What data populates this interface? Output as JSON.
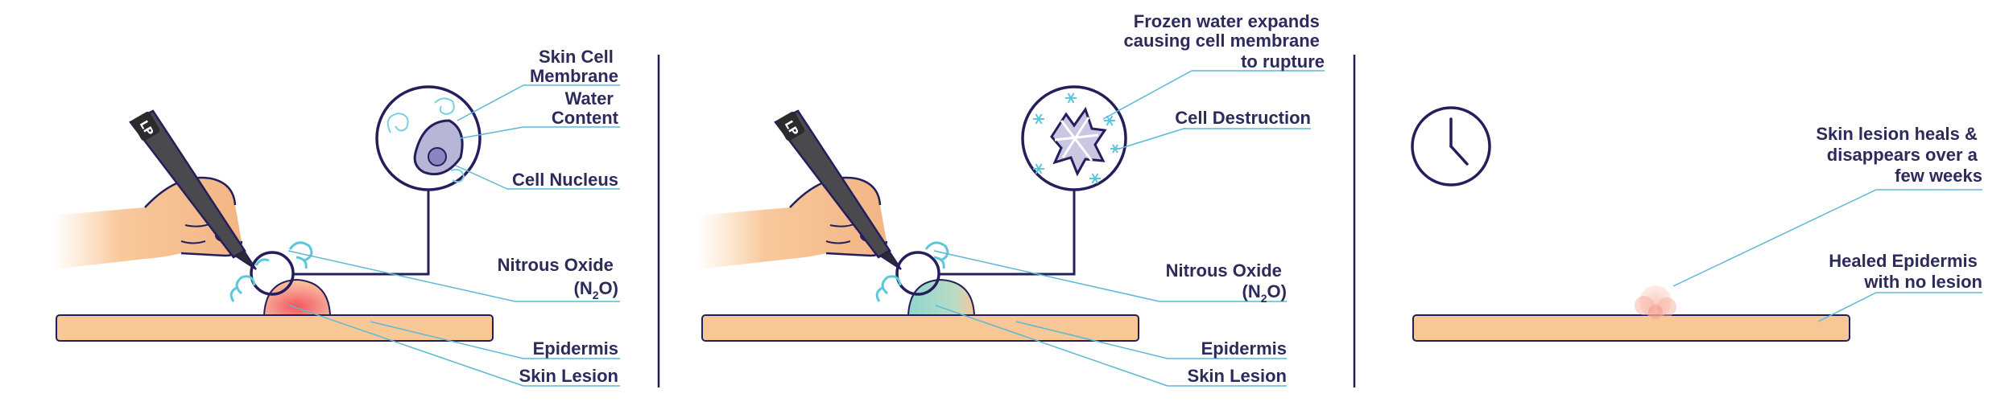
{
  "panels": [
    {
      "labels": {
        "membrane": [
          "Skin Cell",
          "Membrane"
        ],
        "water": [
          "Water",
          "Content"
        ],
        "nucleus": "Cell Nucleus",
        "nitrous": [
          "Nitrous Oxide",
          "(N",
          "2",
          "O)"
        ],
        "epidermis": "Epidermis",
        "lesion": "Skin Lesion"
      },
      "lesion_colors": [
        "#f26b6b",
        "#fbb9a0"
      ]
    },
    {
      "labels": {
        "frozen": [
          "Frozen water expands",
          "causing cell membrane",
          "to rupture"
        ],
        "destruction": "Cell Destruction",
        "nitrous": [
          "Nitrous Oxide",
          "(N",
          "2",
          "O)"
        ],
        "epidermis": "Epidermis",
        "lesion": "Skin Lesion"
      },
      "lesion_colors": [
        "#7fd0cf",
        "#f8c796"
      ]
    },
    {
      "labels": {
        "heals": [
          "Skin lesion heals &",
          "disappears over a",
          "few weeks"
        ],
        "healed": [
          "Healed Epidermis",
          "with no lesion"
        ]
      },
      "icon": "clock-icon"
    }
  ],
  "colors": {
    "navy": "#241f5c",
    "label": "#2d2a5c",
    "leader": "#5bb8d6",
    "epidermis": "#f8c796",
    "water": "#5bc7d8"
  }
}
